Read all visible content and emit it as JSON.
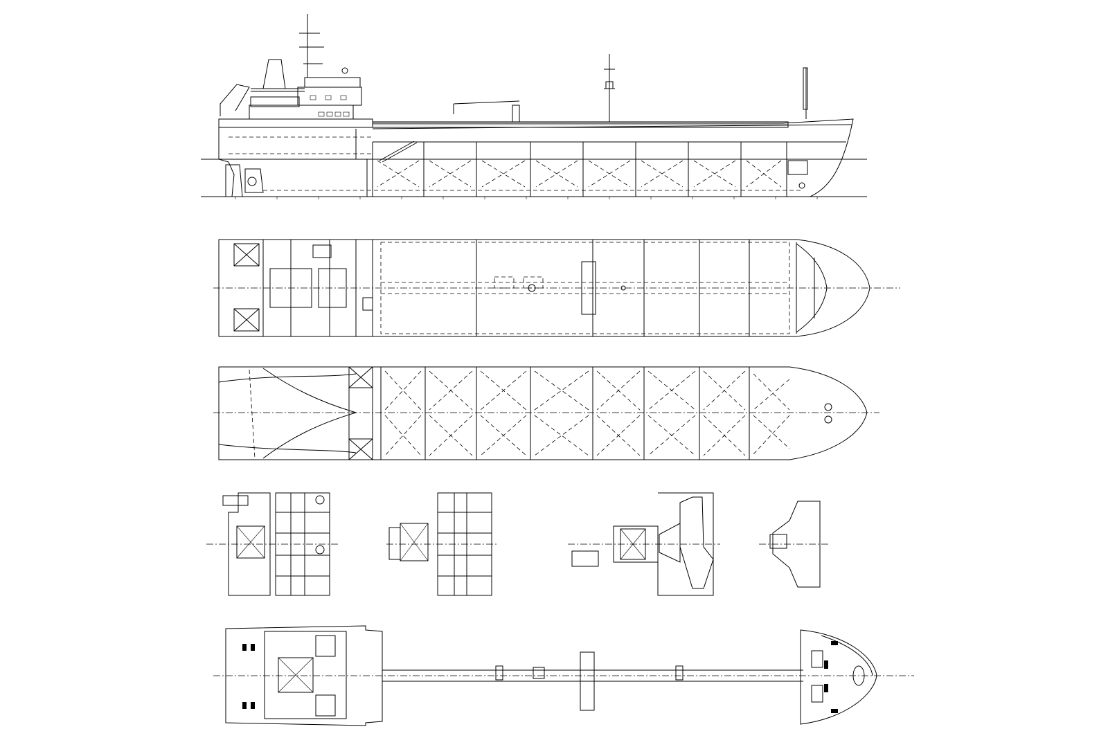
{
  "drawing": {
    "views": [
      {
        "id": "profile",
        "name": "profile-view"
      },
      {
        "id": "tank-top-plan",
        "name": "tank-top-plan-view"
      },
      {
        "id": "double-bottom-plan",
        "name": "double-bottom-plan-view"
      },
      {
        "id": "deckhouse-deck-a",
        "name": "deckhouse-deck-a-plan"
      },
      {
        "id": "deckhouse-deck-b",
        "name": "deckhouse-deck-b-plan"
      },
      {
        "id": "bridge-deck",
        "name": "bridge-deck-plan"
      },
      {
        "id": "compass-deck",
        "name": "compass-deck-plan"
      },
      {
        "id": "main-deck-plan",
        "name": "main-deck-plan-view"
      }
    ],
    "line_color": "#000000",
    "background": "#ffffff"
  }
}
